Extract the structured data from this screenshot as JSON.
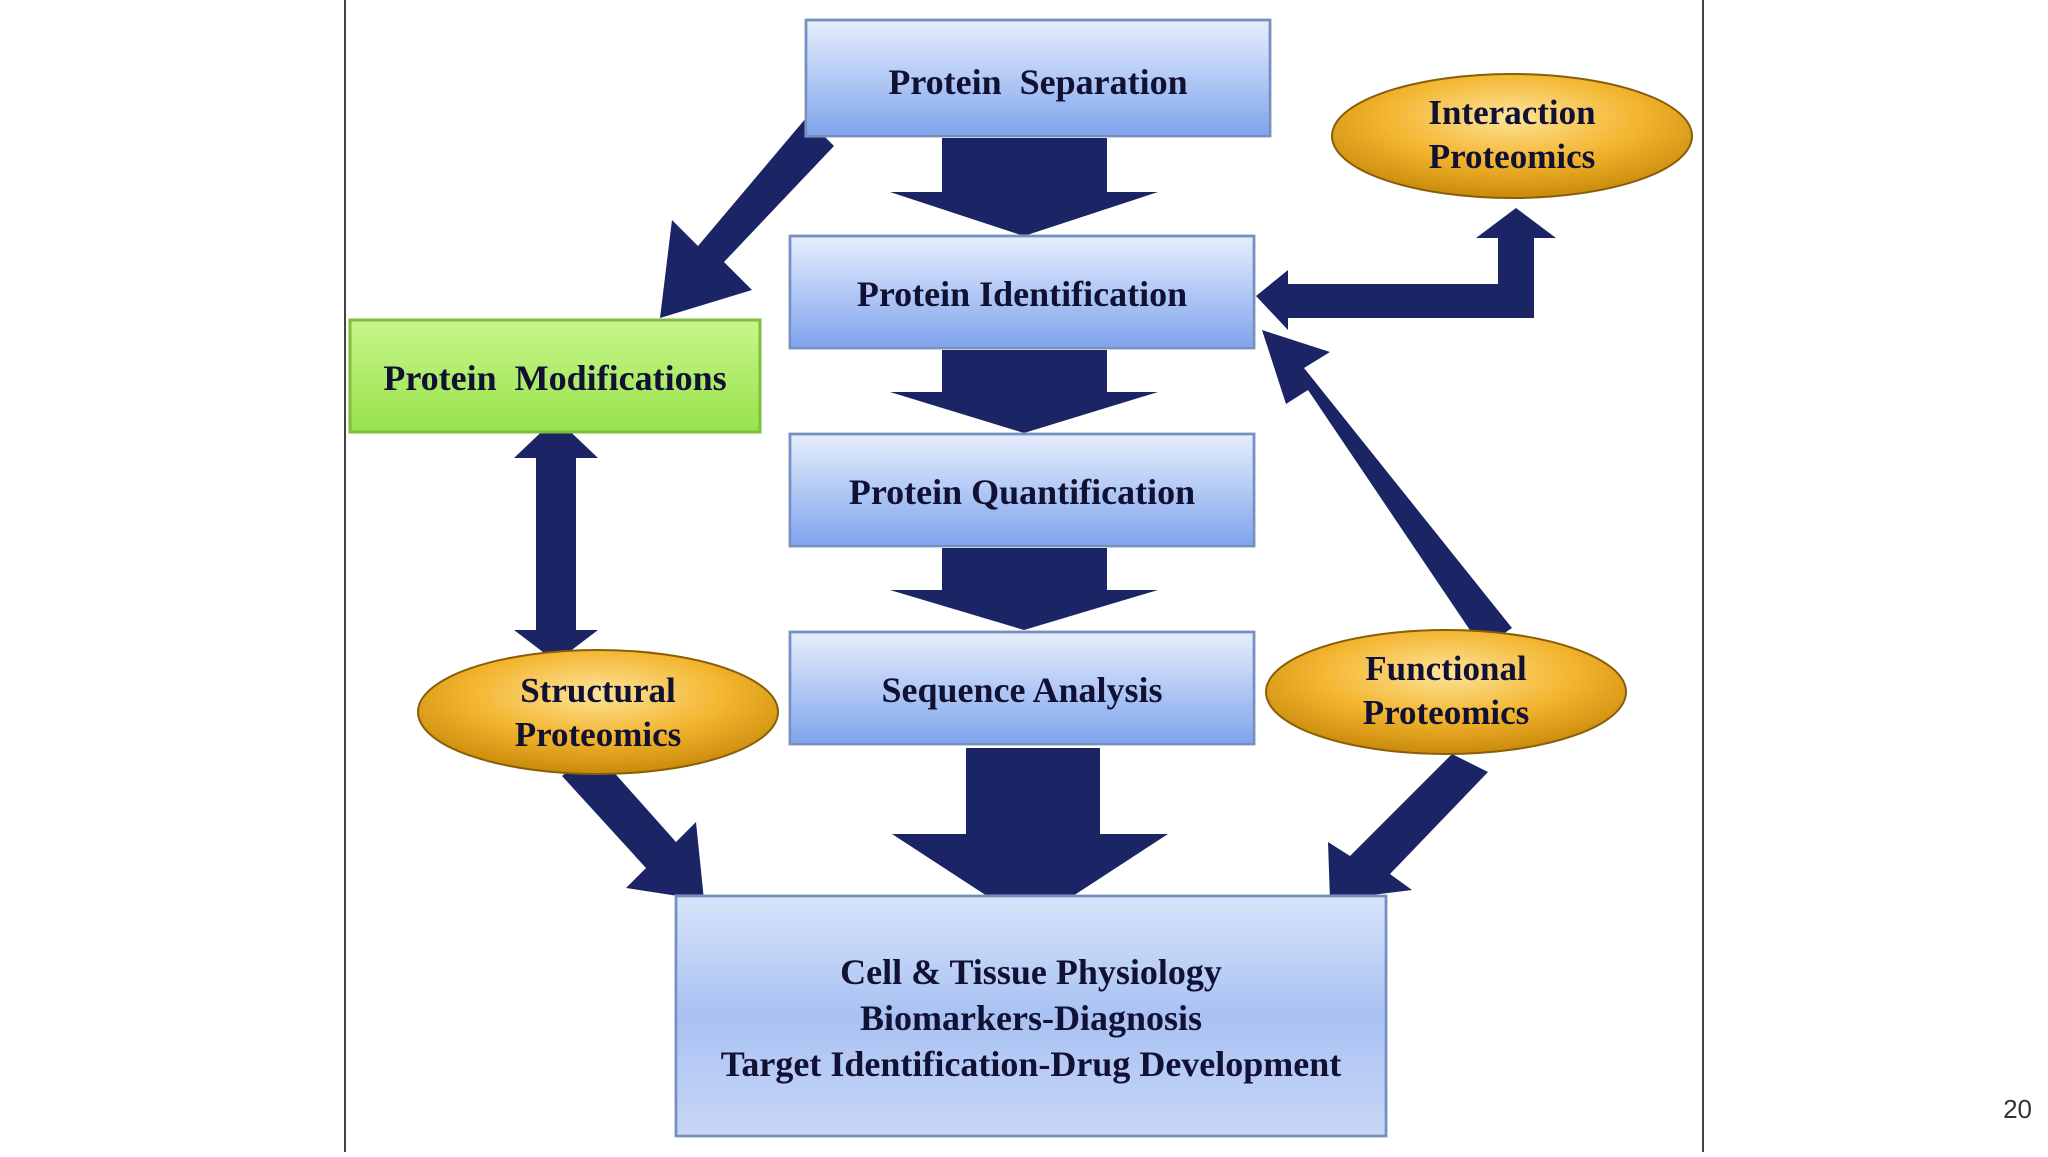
{
  "diagram": {
    "nodes": {
      "protein_separation": "Protein  Separation",
      "protein_identification": "Protein Identification",
      "protein_quantification": "Protein Quantification",
      "sequence_analysis": "Sequence Analysis",
      "protein_modifications": "Protein  Modifications",
      "interaction_proteomics": [
        "Interaction",
        "Proteomics"
      ],
      "structural_proteomics": [
        "Structural",
        "Proteomics"
      ],
      "functional_proteomics": [
        "Functional",
        "Proteomics"
      ],
      "outcomes": [
        "Cell & Tissue Physiology",
        "Biomarkers-Diagnosis",
        "Target Identification-Drug Development"
      ]
    },
    "colors": {
      "arrow": "#1b2465",
      "blue_box_top": "#dde8fb",
      "blue_box_bottom": "#84a8ee",
      "green_box": "#a8ee5c",
      "ellipse_light": "#fbcd62",
      "ellipse_dark": "#d1920e",
      "text": "#111133"
    }
  },
  "page": {
    "number": "20"
  }
}
